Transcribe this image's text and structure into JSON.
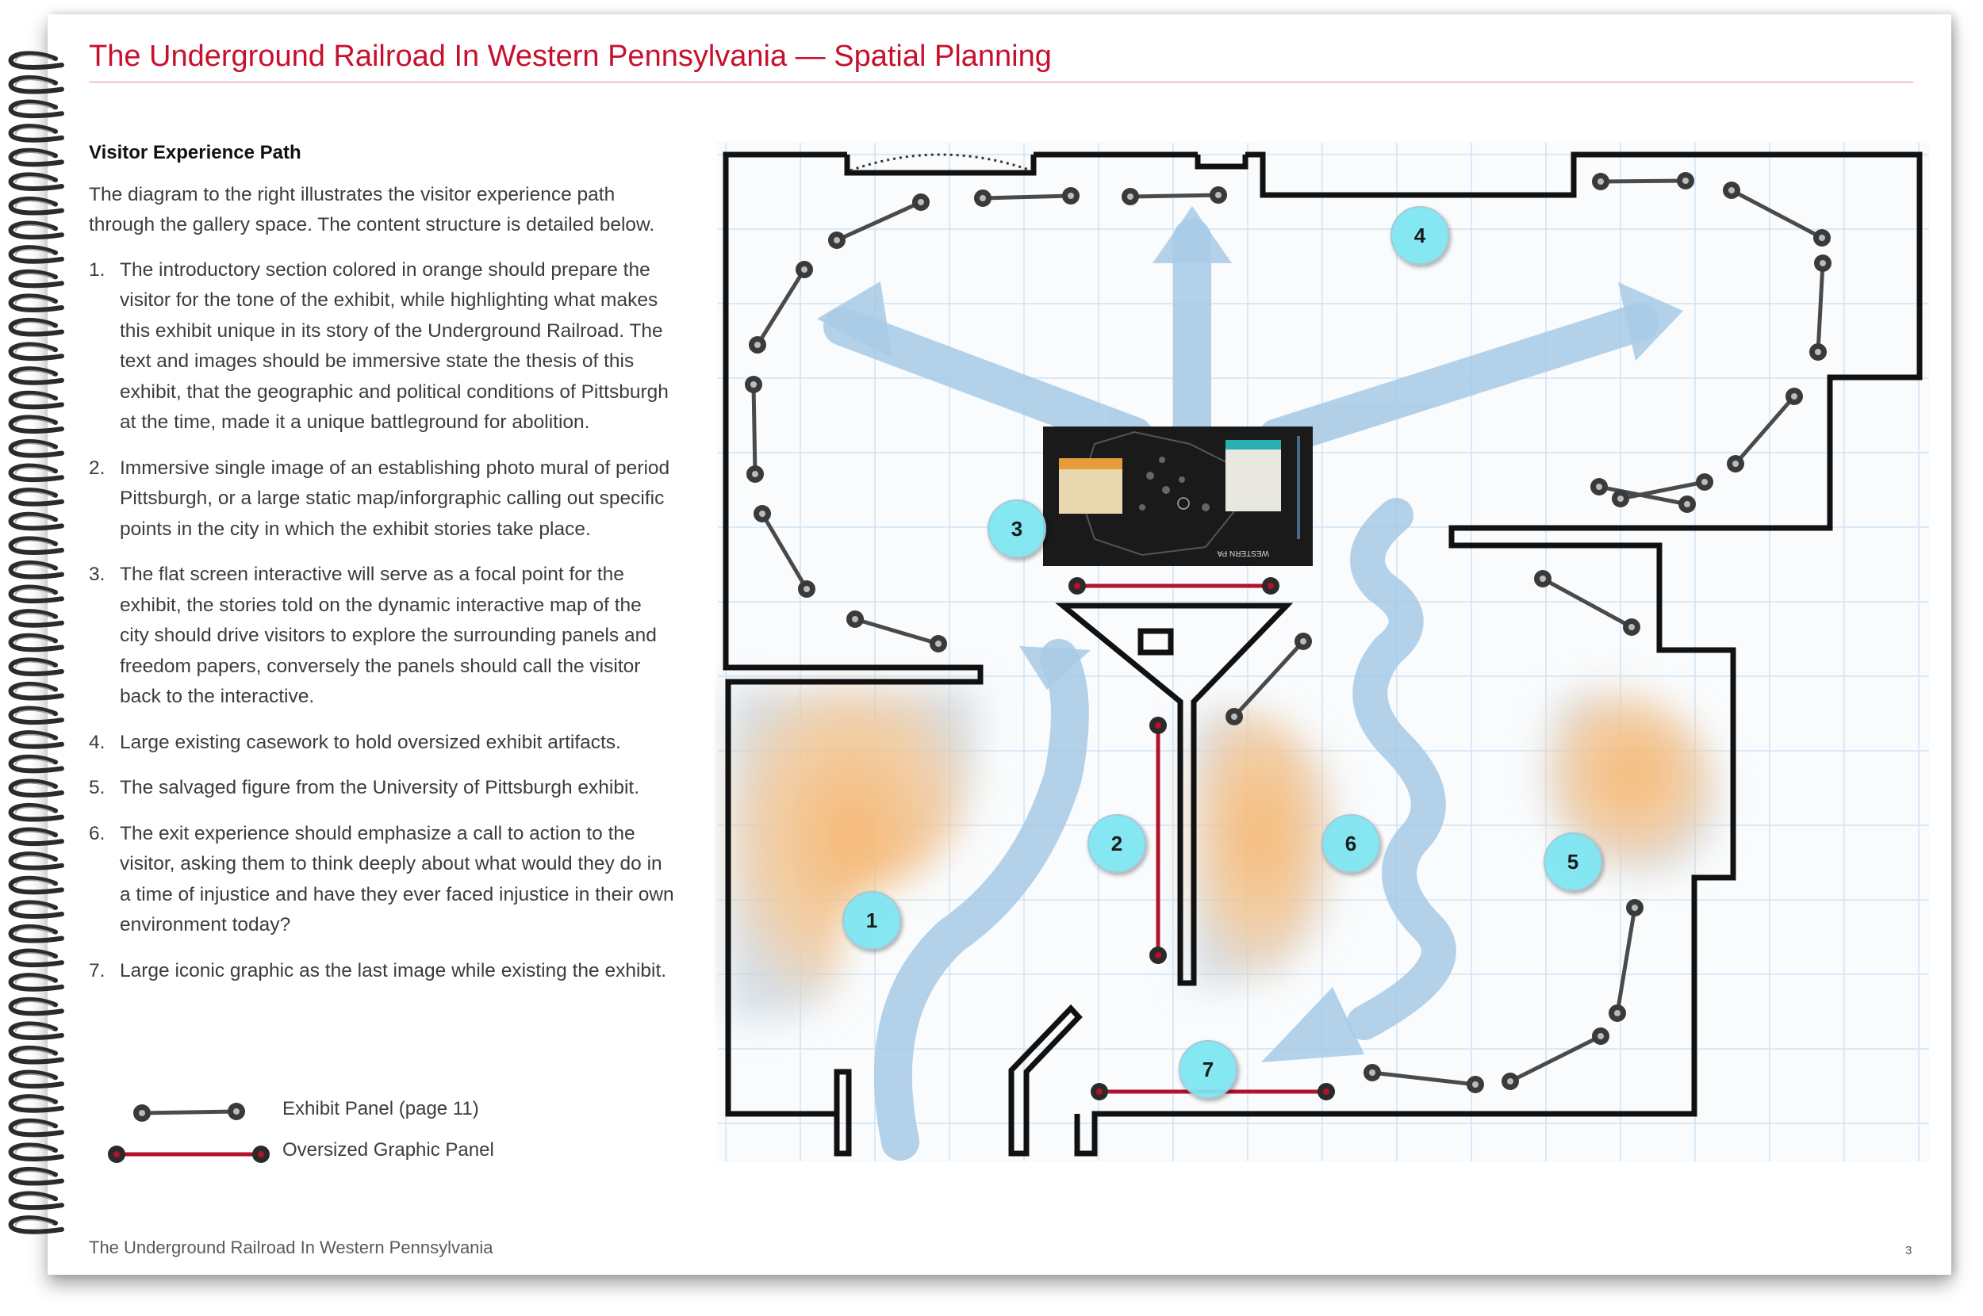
{
  "header": {
    "title": "The Underground Railroad In Western Pennsylvania — Spatial Planning"
  },
  "intro": {
    "heading": "Visitor Experience Path",
    "paragraph": "The diagram to the right illustrates the visitor experience path through the gallery space. The content structure is detailed below."
  },
  "items": [
    {
      "num": "1.",
      "text": "The introductory section colored in orange should prepare the visitor for the tone of the exhibit, while highlighting what makes this exhibit unique in its story of the Underground Railroad. The text and images should be immersive state the thesis of this exhibit, that the geographic and political conditions of Pittsburgh at the time, made it a unique battleground for abolition."
    },
    {
      "num": "2.",
      "text": "Immersive single image of an establishing photo mural of period Pittsburgh, or a large static map/inforgraphic calling out specific points in the city in which the exhibit stories take place."
    },
    {
      "num": "3.",
      "text": "The flat screen interactive will serve as a focal point for the exhibit, the stories told on the dynamic interactive map of the city should drive visitors to explore the surrounding panels and freedom papers, conversely the panels should call the visitor back to the interactive."
    },
    {
      "num": "4.",
      "text": "Large existing casework to hold oversized exhibit artifacts."
    },
    {
      "num": "5.",
      "text": "The salvaged figure from the University of Pittsburgh exhibit."
    },
    {
      "num": "6.",
      "text": "The exit experience should emphasize a call to action to the visitor, asking them to think deeply about what would they do in a time of injustice and have they ever faced injustice in their own environment today?"
    },
    {
      "num": "7.",
      "text": "Large iconic graphic as the last image while existing the exhibit."
    }
  ],
  "legend": {
    "exhibit_panel": "Exhibit Panel (page 11)",
    "oversized_panel": "Oversized Graphic Panel"
  },
  "markers": [
    "1",
    "2",
    "3",
    "4",
    "5",
    "6",
    "7"
  ],
  "screen_map": {
    "label": "WESTERN PA"
  },
  "colors": {
    "title_red": "#c8102e",
    "path_blue": "#a8cbe6",
    "zone_orange": "#f5b86e",
    "marker_cyan": "#7fe6f2",
    "oversized_panel_red": "#b3122c",
    "grid_line": "#cfe3f5"
  },
  "footer": {
    "text": "The Underground Railroad In Western Pennsylvania",
    "page_number": "3"
  }
}
